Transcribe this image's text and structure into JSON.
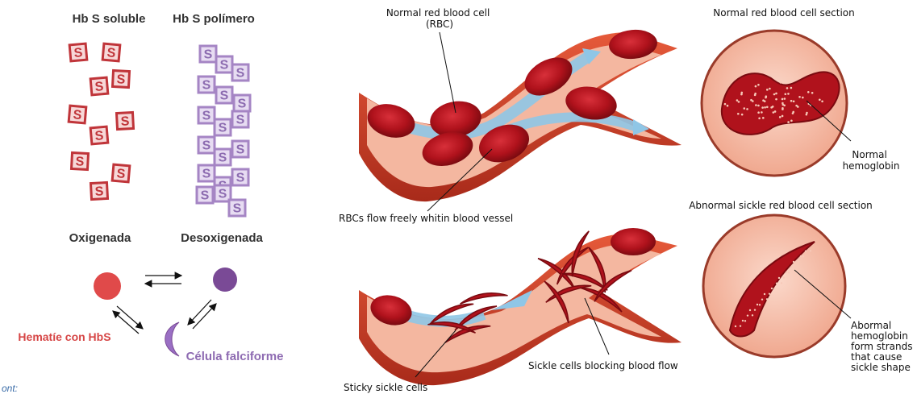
{
  "left_panel": {
    "title_soluble": "Hb S soluble",
    "title_polymer": "Hb S polímero",
    "s_letter": "S",
    "label_oxygenated": "Oxigenada",
    "label_deoxygenated": "Desoxigenada",
    "label_hematie": "Hematíe con HbS",
    "label_sickle": "Célula falciforme",
    "font_caption": "ont:",
    "colors": {
      "soluble_s": "#c0353a",
      "polymer_s": "#a585c4",
      "red_cell": "#e04a4a",
      "purple_cell": "#7a4a96",
      "hematie_text": "#d64545",
      "sickle_text": "#8e6bb2"
    }
  },
  "right_panel": {
    "label_normal_rbc": "Normal red blood cell\n(RBC)",
    "label_rbc_flow": "RBCs flow freely whitin blood vessel",
    "label_normal_section": "Normal red blood cell section",
    "label_normal_hemoglobin": "Normal\nhemoglobin",
    "label_abnormal_section": "Abnormal sickle red blood cell section",
    "label_sticky": "Sticky sickle cells",
    "label_blocking": "Sickle cells blocking blood flow",
    "label_abnormal_hemoglobin": "Abormal\nhemoglobin\nform strands\nthat cause\nsickle shape",
    "colors": {
      "vessel_wall": "#c8402a",
      "vessel_inner": "#f4b7a0",
      "flow_arrow": "#8fc6e6",
      "rbc": "#b8141c",
      "section_bg": "#f6c3b0"
    }
  }
}
